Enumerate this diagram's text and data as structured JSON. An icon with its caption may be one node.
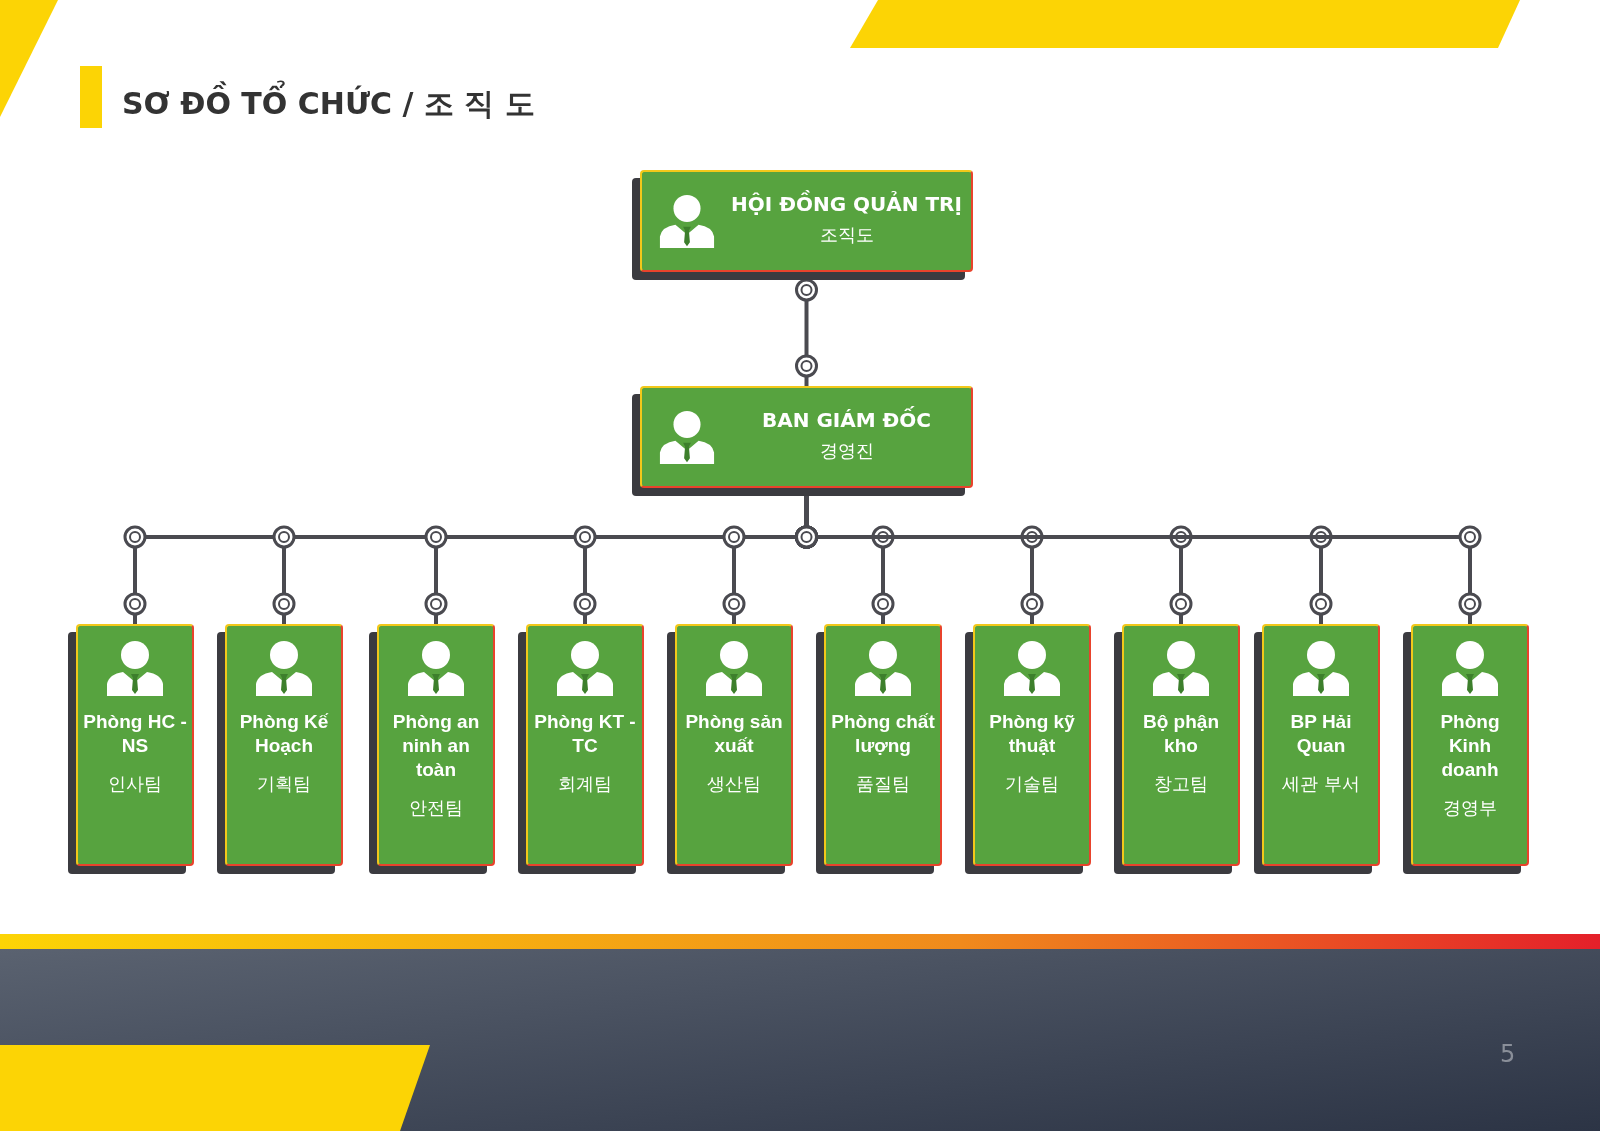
{
  "diagram": {
    "title": "SƠ ĐỒ TỔ CHỨC / 조 직 도",
    "nodes": [
      {
        "text": [
          "HỘI ĐỒNG QUẢN TRỊ",
          "조직도"
        ]
      },
      {
        "text": [
          "BAN GIÁM ĐỐC",
          "경영진"
        ]
      },
      {
        "text": [
          "Phòng HC - NS",
          "인사팀"
        ]
      },
      {
        "text": [
          "Phòng Kế Hoạch",
          "기획팀"
        ]
      },
      {
        "text": [
          "Phòng an ninh an toàn",
          "안전팀"
        ]
      },
      {
        "text": [
          "Phòng KT - TC",
          "회계팀"
        ]
      },
      {
        "text": [
          "Phòng sản xuất",
          "생산팀"
        ]
      },
      {
        "text": [
          "Phòng chất lượng",
          "품질팀"
        ]
      },
      {
        "text": [
          "Phòng kỹ thuật",
          "기술팀"
        ]
      },
      {
        "text": [
          "Bộ phận kho",
          "창고팀"
        ]
      },
      {
        "text": [
          "BP Hải Quan",
          "세관 부서"
        ]
      },
      {
        "text": [
          "Phòng Kinh doanh",
          "경영부"
        ]
      }
    ],
    "edges": [
      {
        "from": 0,
        "to": 1,
        "arrow": "other"
      },
      {
        "from": 1,
        "to": 2,
        "arrow": "other"
      },
      {
        "from": 1,
        "to": 3,
        "arrow": "other"
      },
      {
        "from": 1,
        "to": 4,
        "arrow": "other"
      },
      {
        "from": 1,
        "to": 5,
        "arrow": "other"
      },
      {
        "from": 1,
        "to": 6,
        "arrow": "other"
      },
      {
        "from": 1,
        "to": 7,
        "arrow": "other"
      },
      {
        "from": 1,
        "to": 8,
        "arrow": "other"
      },
      {
        "from": 1,
        "to": 9,
        "arrow": "other"
      },
      {
        "from": 1,
        "to": 10,
        "arrow": "other"
      },
      {
        "from": 1,
        "to": 11,
        "arrow": "other"
      }
    ],
    "labels": [
      "5"
    ]
  }
}
